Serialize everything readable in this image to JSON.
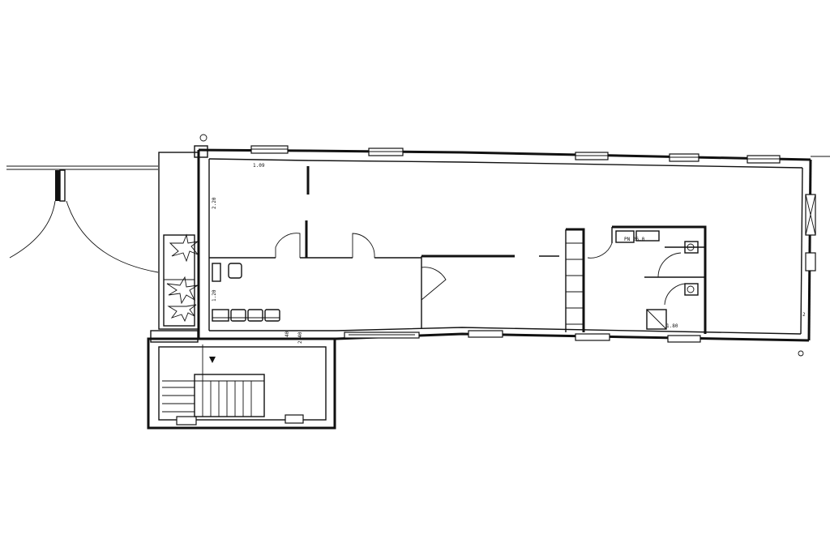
{
  "plan": {
    "annotations": {
      "top_dim": "1.09",
      "left_dim": "2.20",
      "wc_dim": "1.80",
      "wc_label": "PN 26.0",
      "hall_dim": "1.20",
      "stair_dim_a": "40",
      "stair_dim_b": "2.40",
      "right_dim": "2"
    },
    "colors": {
      "ink": "#111111",
      "paper": "#ffffff"
    }
  }
}
